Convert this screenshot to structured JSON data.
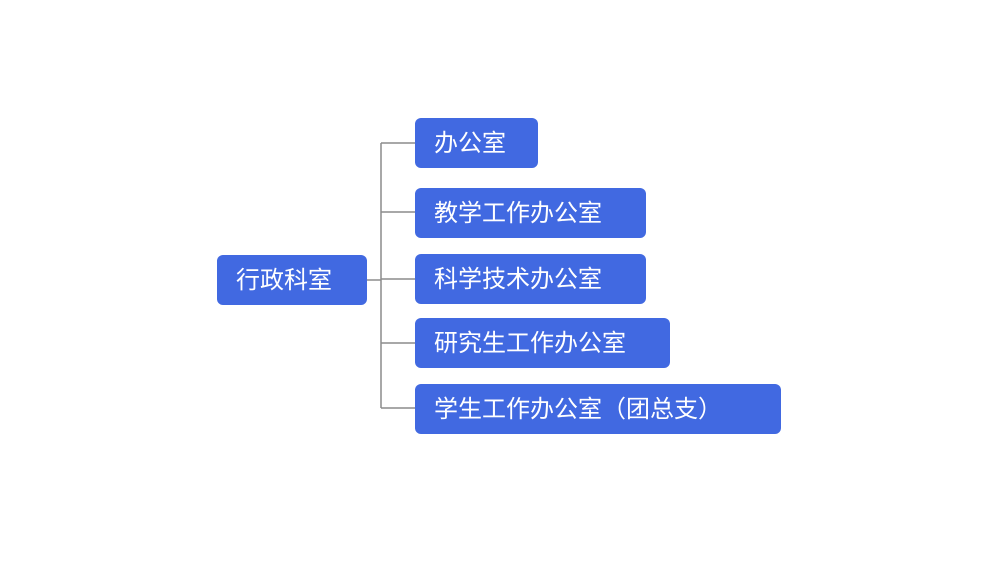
{
  "colors": {
    "node_fill": "#4169e1",
    "connector": "#8c8c8c",
    "text": "#ffffff"
  },
  "root": {
    "label": "行政科室"
  },
  "children": [
    {
      "label": "办公室"
    },
    {
      "label": "教学工作办公室"
    },
    {
      "label": "科学技术办公室"
    },
    {
      "label": "研究生工作办公室"
    },
    {
      "label": "学生工作办公室（团总支）"
    }
  ]
}
